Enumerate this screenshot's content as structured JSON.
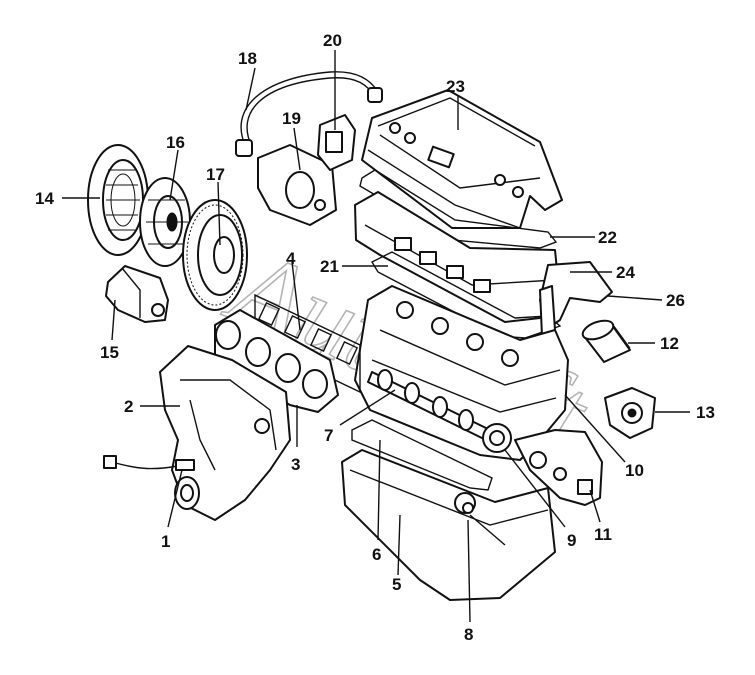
{
  "callouts": [
    {
      "id": "1",
      "label": "1"
    },
    {
      "id": "2",
      "label": "2"
    },
    {
      "id": "3",
      "label": "3"
    },
    {
      "id": "4",
      "label": "4"
    },
    {
      "id": "5",
      "label": "5"
    },
    {
      "id": "6",
      "label": "6"
    },
    {
      "id": "7",
      "label": "7"
    },
    {
      "id": "8",
      "label": "8"
    },
    {
      "id": "9",
      "label": "9"
    },
    {
      "id": "10",
      "label": "10"
    },
    {
      "id": "11",
      "label": "11"
    },
    {
      "id": "12",
      "label": "12"
    },
    {
      "id": "13",
      "label": "13"
    },
    {
      "id": "14",
      "label": "14"
    },
    {
      "id": "15",
      "label": "15"
    },
    {
      "id": "16",
      "label": "16"
    },
    {
      "id": "17",
      "label": "17"
    },
    {
      "id": "18",
      "label": "18"
    },
    {
      "id": "19",
      "label": "19"
    },
    {
      "id": "20",
      "label": "20"
    },
    {
      "id": "21",
      "label": "21"
    },
    {
      "id": "22",
      "label": "22"
    },
    {
      "id": "23",
      "label": "23"
    },
    {
      "id": "24",
      "label": "24"
    },
    {
      "id": "26",
      "label": "26"
    }
  ],
  "watermark": "Autosoft"
}
